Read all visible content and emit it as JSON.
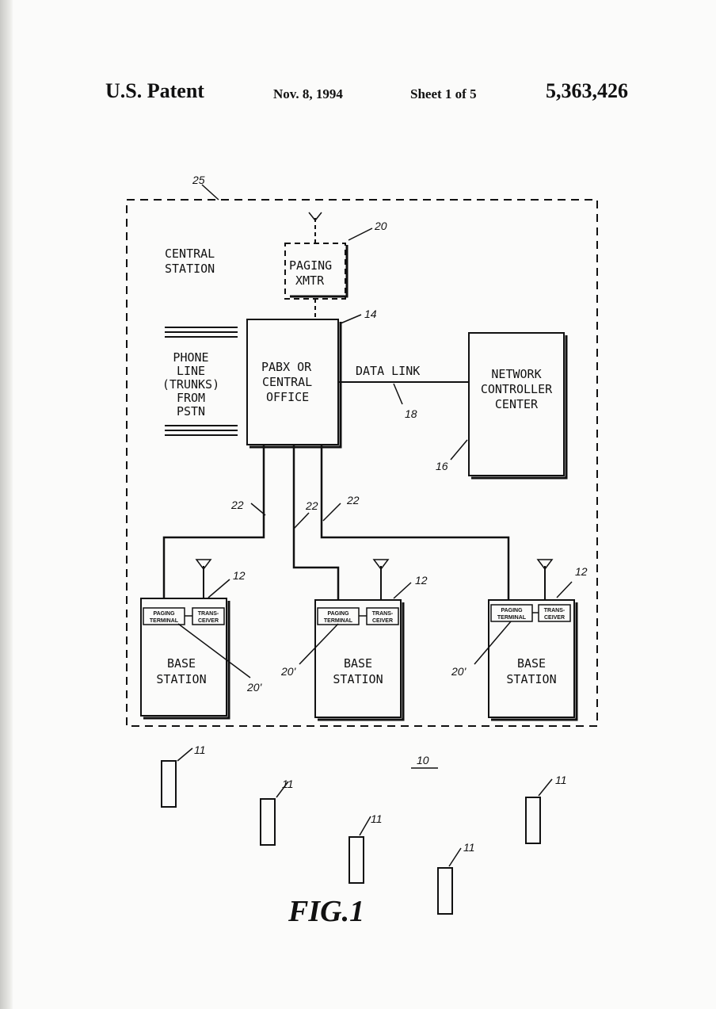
{
  "header": {
    "title": "U.S. Patent",
    "date": "Nov. 8, 1994",
    "sheet": "Sheet 1 of 5",
    "patent_number": "5,363,426"
  },
  "diagram": {
    "central_station": {
      "ref": "25",
      "label_line1": "CENTRAL",
      "label_line2": "STATION"
    },
    "paging_xmtr": {
      "ref": "20",
      "line1": "PAGING",
      "line2": "XMTR"
    },
    "pabx": {
      "ref": "14",
      "line1": "PABX OR",
      "line2": "CENTRAL",
      "line3": "OFFICE"
    },
    "phone_line": {
      "line1": "PHONE",
      "line2": "LINE",
      "line3": "(TRUNKS)",
      "line4": "FROM",
      "line5": "PSTN"
    },
    "data_link": {
      "label": "DATA LINK",
      "ref": "18"
    },
    "network_controller": {
      "ref": "16",
      "line1": "NETWORK",
      "line2": "CONTROLLER",
      "line3": "CENTER"
    },
    "trunk_refs": [
      "22",
      "22",
      "22"
    ],
    "base_stations": [
      {
        "ref": "12",
        "pager_ref": "20'",
        "paging_line1": "PAGING",
        "paging_line2": "TERMINAL",
        "trans_line1": "TRANS-",
        "trans_line2": "CEIVER",
        "line1": "BASE",
        "line2": "STATION"
      },
      {
        "ref": "12",
        "pager_ref": "20'",
        "paging_line1": "PAGING",
        "paging_line2": "TERMINAL",
        "trans_line1": "TRANS-",
        "trans_line2": "CEIVER",
        "line1": "BASE",
        "line2": "STATION"
      },
      {
        "ref": "12",
        "pager_ref": "20'",
        "paging_line1": "PAGING",
        "paging_line2": "TERMINAL",
        "trans_line1": "TRANS-",
        "trans_line2": "CEIVER",
        "line1": "BASE",
        "line2": "STATION"
      }
    ],
    "system_ref": "10",
    "handset_refs": [
      "11",
      "11",
      "11",
      "11",
      "11"
    ],
    "figure_label": "FIG.1"
  }
}
